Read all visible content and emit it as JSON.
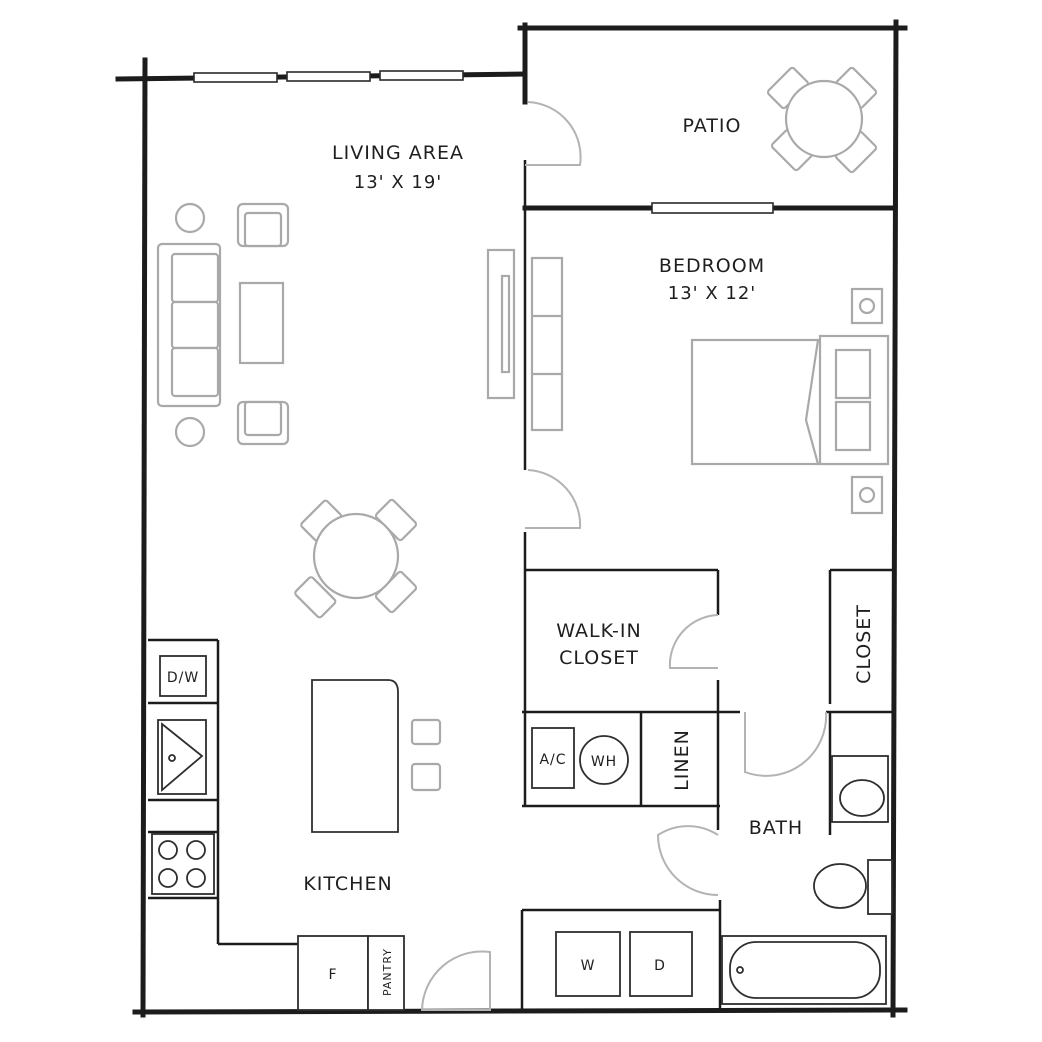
{
  "plan": {
    "living": {
      "name": "LIVING AREA",
      "dims": "13' X 19'"
    },
    "patio": {
      "name": "PATIO"
    },
    "bedroom": {
      "name": "BEDROOM",
      "dims": "13' X 12'"
    },
    "walkin": {
      "line1": "WALK-IN",
      "line2": "CLOSET"
    },
    "closet": {
      "name": "CLOSET"
    },
    "linen": {
      "name": "LINEN"
    },
    "bath": {
      "name": "BATH"
    },
    "kitchen": {
      "name": "KITCHEN"
    },
    "ac": {
      "name": "A/C"
    },
    "wh": {
      "name": "WH"
    },
    "dw": {
      "name": "D/W"
    },
    "fridge": {
      "name": "F"
    },
    "pantry": {
      "name": "PANTRY"
    },
    "washer": {
      "name": "W"
    },
    "dryer": {
      "name": "D"
    }
  }
}
